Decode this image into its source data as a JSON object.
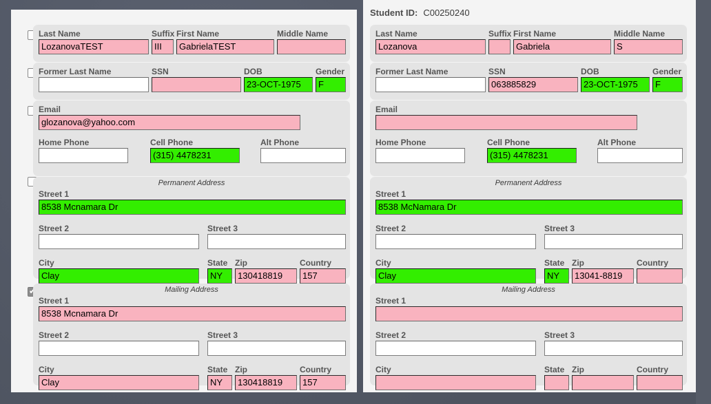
{
  "header": {
    "student_id_label": "Student ID:",
    "student_id_value": "C00250240"
  },
  "labels": {
    "last_name": "Last Name",
    "suffix": "Suffix",
    "first_name": "First Name",
    "middle_name": "Middle Name",
    "former_last_name": "Former Last Name",
    "ssn": "SSN",
    "dob": "DOB",
    "gender": "Gender",
    "email": "Email",
    "home_phone": "Home Phone",
    "cell_phone": "Cell Phone",
    "alt_phone": "Alt Phone",
    "street1": "Street 1",
    "street2": "Street 2",
    "street3": "Street 3",
    "city": "City",
    "state": "State",
    "zip": "Zip",
    "country": "Country",
    "permanent_address": "Permanent Address",
    "mailing_address": "Mailing Address"
  },
  "checkboxes": [
    {
      "name": "name-row",
      "checked": false
    },
    {
      "name": "identity-row",
      "checked": false
    },
    {
      "name": "contact-row",
      "checked": false
    },
    {
      "name": "permanent-address-row",
      "checked": false
    },
    {
      "name": "mailing-address-row",
      "checked": true
    }
  ],
  "left": {
    "name": {
      "last_name": {
        "value": "LozanovaTEST",
        "state": "pink"
      },
      "suffix": {
        "value": "III",
        "state": "pink"
      },
      "first_name": {
        "value": "GabrielaTEST",
        "state": "pink"
      },
      "middle_name": {
        "value": "",
        "state": "pink"
      }
    },
    "identity": {
      "former_last_name": {
        "value": "",
        "state": "plain"
      },
      "ssn": {
        "value": "",
        "state": "pink"
      },
      "dob": {
        "value": "23-OCT-1975",
        "state": "green"
      },
      "gender": {
        "value": "F",
        "state": "green"
      }
    },
    "contact": {
      "email": {
        "value": "glozanova@yahoo.com",
        "state": "pink"
      },
      "home_phone": {
        "value": "",
        "state": "plain"
      },
      "cell_phone": {
        "value": "(315) 4478231",
        "state": "green"
      },
      "alt_phone": {
        "value": "",
        "state": "plain"
      }
    },
    "permanent": {
      "street1": {
        "value": "8538 Mcnamara Dr",
        "state": "green"
      },
      "street2": {
        "value": "",
        "state": "plain"
      },
      "street3": {
        "value": "",
        "state": "plain"
      },
      "city": {
        "value": "Clay",
        "state": "green"
      },
      "state": {
        "value": "NY",
        "state": "green"
      },
      "zip": {
        "value": "130418819",
        "state": "pink"
      },
      "country": {
        "value": "157",
        "state": "pink"
      }
    },
    "mailing": {
      "street1": {
        "value": "8538 Mcnamara Dr",
        "state": "pink"
      },
      "street2": {
        "value": "",
        "state": "plain"
      },
      "street3": {
        "value": "",
        "state": "plain"
      },
      "city": {
        "value": "Clay",
        "state": "pink"
      },
      "state": {
        "value": "NY",
        "state": "pink"
      },
      "zip": {
        "value": "130418819",
        "state": "pink"
      },
      "country": {
        "value": "157",
        "state": "pink"
      }
    }
  },
  "right": {
    "name": {
      "last_name": {
        "value": "Lozanova",
        "state": "pink"
      },
      "suffix": {
        "value": "",
        "state": "pink"
      },
      "first_name": {
        "value": "Gabriela",
        "state": "pink"
      },
      "middle_name": {
        "value": "S",
        "state": "pink"
      }
    },
    "identity": {
      "former_last_name": {
        "value": "",
        "state": "plain"
      },
      "ssn": {
        "value": "063885829",
        "state": "pink"
      },
      "dob": {
        "value": "23-OCT-1975",
        "state": "green"
      },
      "gender": {
        "value": "F",
        "state": "green"
      }
    },
    "contact": {
      "email": {
        "value": "",
        "state": "pink"
      },
      "home_phone": {
        "value": "",
        "state": "plain"
      },
      "cell_phone": {
        "value": "(315) 4478231",
        "state": "green"
      },
      "alt_phone": {
        "value": "",
        "state": "plain"
      }
    },
    "permanent": {
      "street1": {
        "value": "8538 McNamara Dr",
        "state": "green"
      },
      "street2": {
        "value": "",
        "state": "plain"
      },
      "street3": {
        "value": "",
        "state": "plain"
      },
      "city": {
        "value": "Clay",
        "state": "green"
      },
      "state": {
        "value": "NY",
        "state": "green"
      },
      "zip": {
        "value": "13041-8819",
        "state": "pink"
      },
      "country": {
        "value": "",
        "state": "pink"
      }
    },
    "mailing": {
      "street1": {
        "value": "",
        "state": "pink"
      },
      "street2": {
        "value": "",
        "state": "plain"
      },
      "street3": {
        "value": "",
        "state": "plain"
      },
      "city": {
        "value": "",
        "state": "pink"
      },
      "state": {
        "value": "",
        "state": "pink"
      },
      "zip": {
        "value": "",
        "state": "pink"
      },
      "country": {
        "value": "",
        "state": "pink"
      }
    }
  },
  "colors": {
    "pink": "#f9b3bf",
    "green": "#33ee00",
    "group_bg": "#e4e4e4",
    "panel_bg": "#f4f4f4",
    "desktop_bg": "#545a66"
  }
}
